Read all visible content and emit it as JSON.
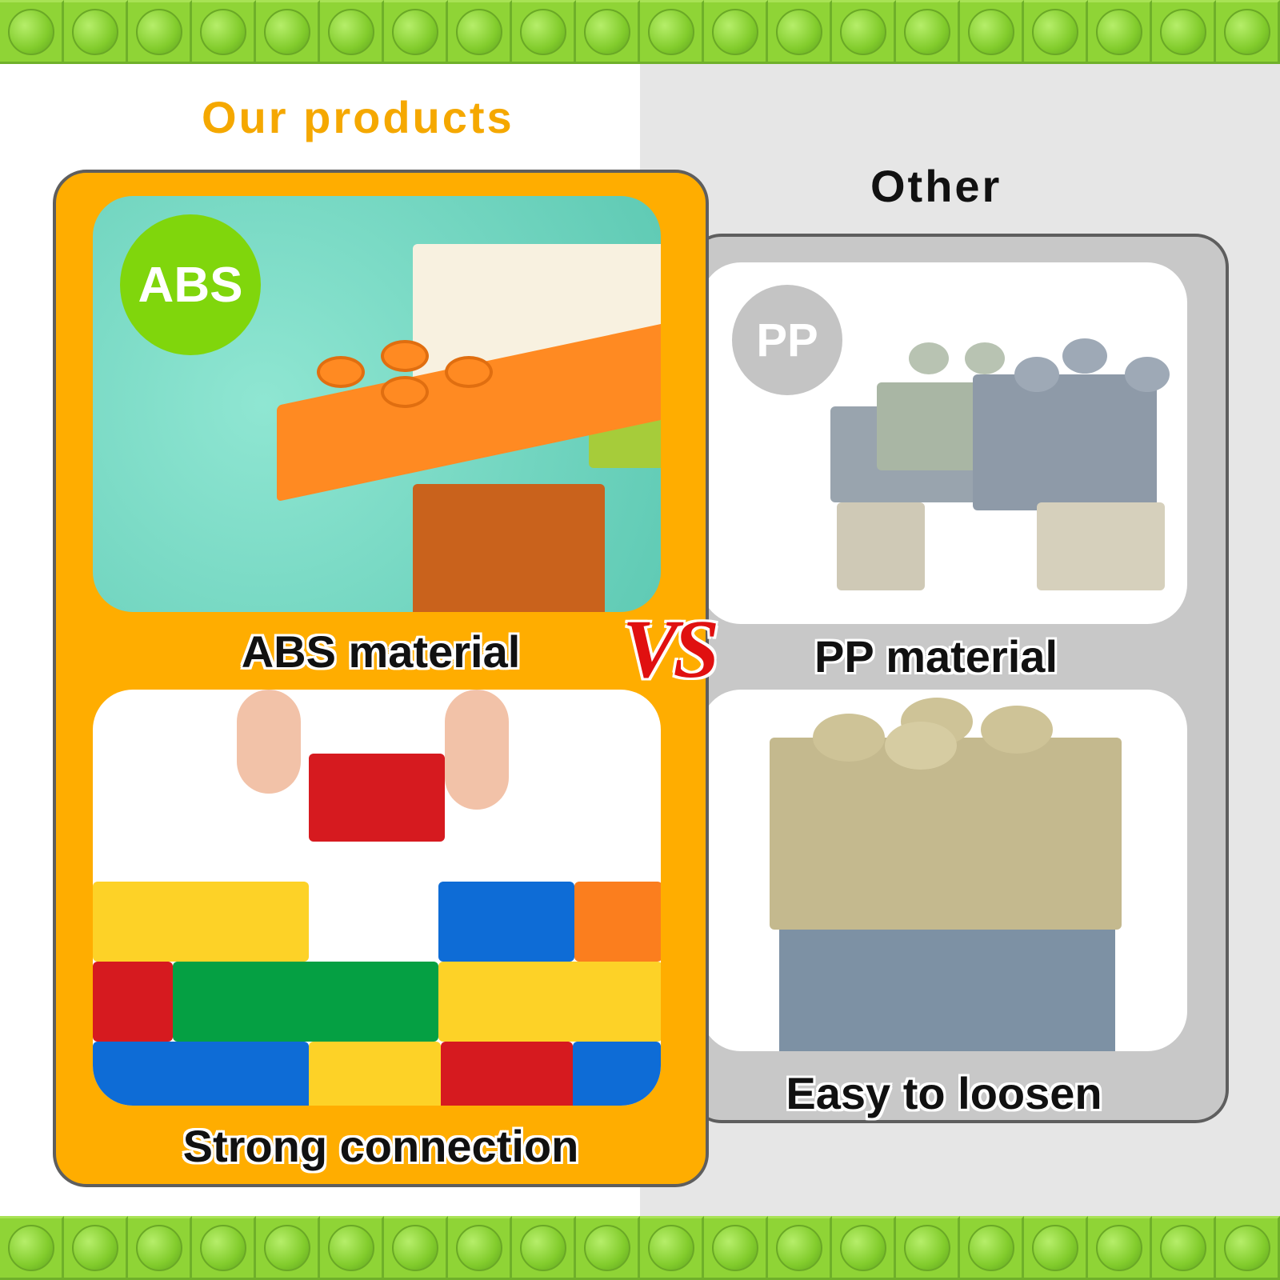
{
  "left": {
    "heading": "Our products",
    "badge": "ABS",
    "top_label": "ABS material",
    "bottom_label": "Strong connection"
  },
  "right": {
    "heading": "Other",
    "badge": "PP",
    "top_label": "PP material",
    "bottom_label": "Easy to loosen"
  },
  "vs": "VS",
  "colors": {
    "band": "#8fd436",
    "accent": "#ffad00",
    "heading": "#f5a800",
    "gray_card": "#c8c8c8",
    "vs": "#e01010"
  }
}
